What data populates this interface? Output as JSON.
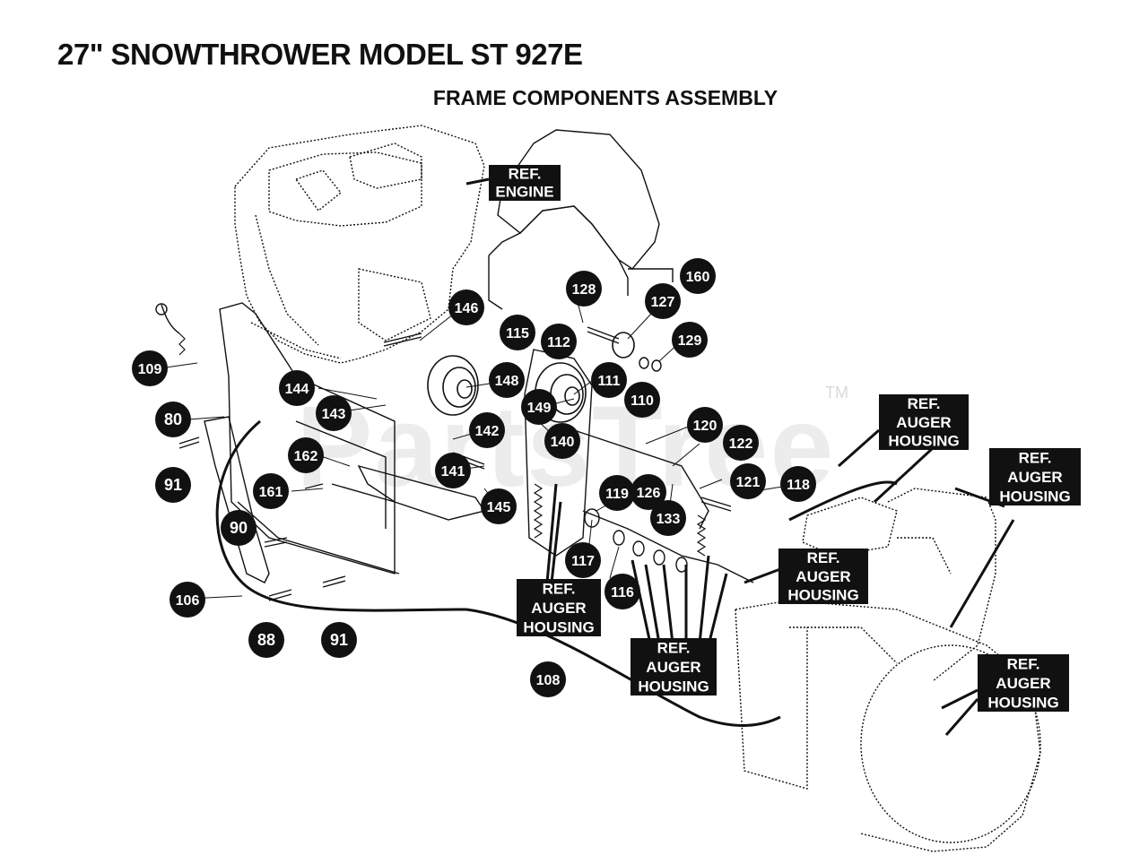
{
  "header": {
    "title": "27\" SNOWTHROWER MODEL ST 927E",
    "subtitle": "FRAME COMPONENTS ASSEMBLY"
  },
  "watermark": {
    "text": "PartsTree",
    "tm": "TM"
  },
  "callouts": [
    "146",
    "115",
    "112",
    "128",
    "127",
    "160",
    "129",
    "109",
    "144",
    "143",
    "148",
    "111",
    "110",
    "149",
    "80",
    "142",
    "140",
    "120",
    "122",
    "162",
    "141",
    "121",
    "118",
    "91",
    "161",
    "145",
    "119",
    "126",
    "133",
    "90",
    "117",
    "116",
    "106",
    "88",
    "91",
    "108"
  ],
  "ref_labels": [
    [
      "REF.",
      "ENGINE"
    ],
    [
      "REF.",
      "AUGER",
      "HOUSING"
    ],
    [
      "REF.",
      "AUGER",
      "HOUSING"
    ],
    [
      "REF.",
      "AUGER",
      "HOUSING"
    ],
    [
      "REF.",
      "AUGER",
      "HOUSING"
    ],
    [
      "REF.",
      "AUGER",
      "HOUSING"
    ],
    [
      "REF.",
      "AUGER",
      "HOUSING"
    ]
  ],
  "colors": {
    "ink": "#111111",
    "badge_text": "#ffffff",
    "background": "#ffffff"
  }
}
